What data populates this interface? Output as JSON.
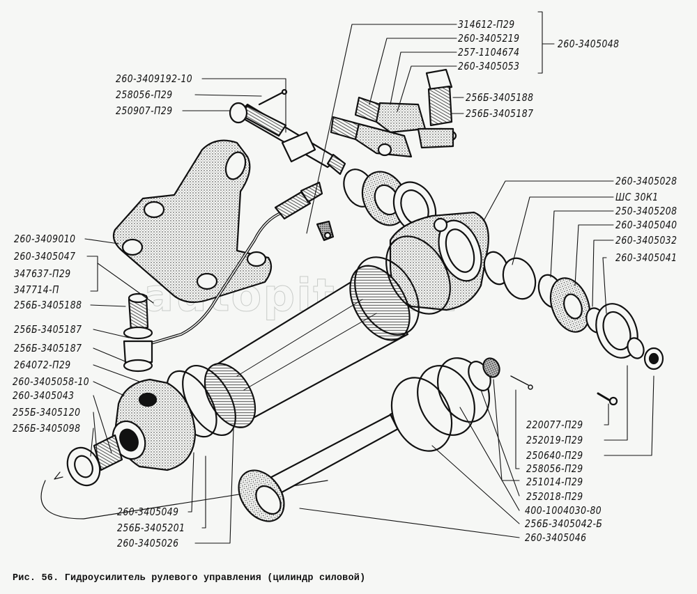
{
  "figure": {
    "caption": "Рис. 56. Гидроусилитель рулевого управления (цилиндр силовой)",
    "watermark": "autopiter.ru",
    "ink_color": "#111111",
    "paper_color": "#f6f7f5"
  },
  "labels": {
    "top_group": [
      "314612-П29",
      "260-3405219",
      "257-1104674",
      "260-3405053"
    ],
    "top_group_assembly": "260-3405048",
    "top_right": [
      "256Б-3405188",
      "256Б-3405187"
    ],
    "top_left": [
      "260-3409192-10",
      "258056-П29",
      "250907-П29"
    ],
    "right_column": [
      "260-3405028",
      "ШС 30К1",
      "250-3405208",
      "260-3405040",
      "260-3405032",
      "260-3405041"
    ],
    "left_column": [
      "260-3409010",
      "260-3405047",
      "347637-П29",
      "347714-П",
      "256Б-3405188",
      "256Б-3405187",
      "256Б-3405187",
      "264072-П29",
      "260-3405058-10",
      "260-3405043",
      "255Б-3405120",
      "256Б-3405098"
    ],
    "bottom_right": [
      "220077-П29",
      "252019-П29",
      "250640-П29",
      "258056-П29",
      "251014-П29",
      "252018-П29",
      "400-1004030-80",
      "256Б-3405042-Б",
      "260-3405046"
    ],
    "bottom_center": [
      "260-3405049",
      "256Б-3405201",
      "260-3405026"
    ]
  }
}
